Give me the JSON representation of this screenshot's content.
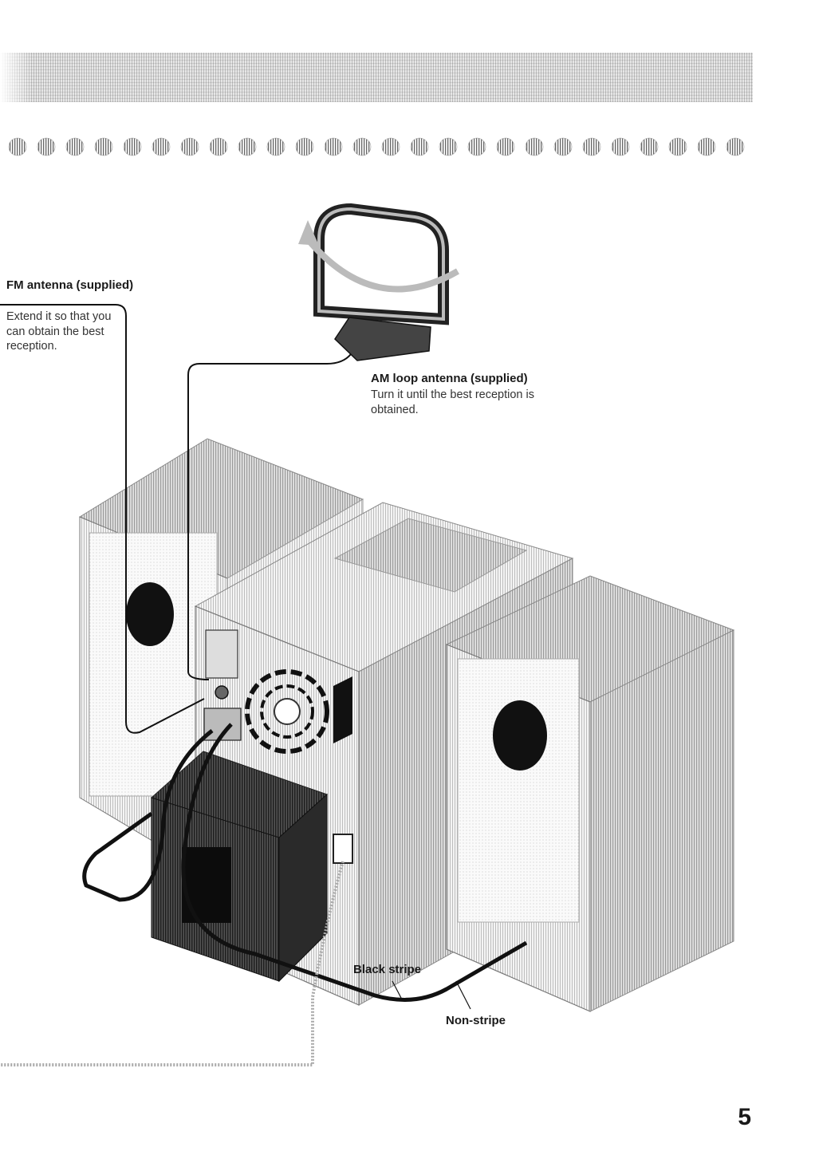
{
  "labels": {
    "fm_antenna_title": "FM antenna (supplied)",
    "fm_antenna_desc": "Extend it so that you can obtain the best reception.",
    "am_antenna_title": "AM loop antenna (supplied)",
    "am_antenna_desc": "Turn it until the best reception is obtained.",
    "black_stripe": "Black stripe",
    "non_stripe": "Non-stripe"
  },
  "page_number": "5",
  "colors": {
    "ink": "#1a1a1a",
    "hatch_light": "#e9e9e9",
    "hatch_dark": "#2b2b2b"
  }
}
